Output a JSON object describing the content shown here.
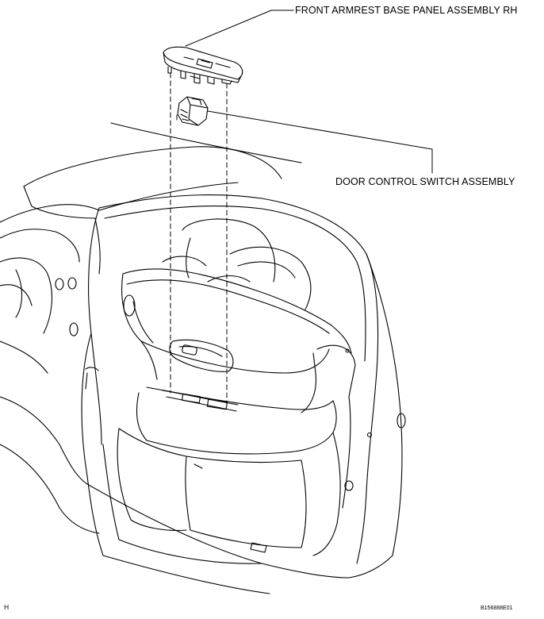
{
  "labels": {
    "armrest_panel": "FRONT ARMREST BASE PANEL ASSEMBLY RH",
    "door_switch": "DOOR CONTROL SWITCH ASSEMBLY"
  },
  "view_code": "H",
  "figure_id": "B156888E01",
  "colors": {
    "ink": "#000000",
    "paper": "#ffffff"
  }
}
